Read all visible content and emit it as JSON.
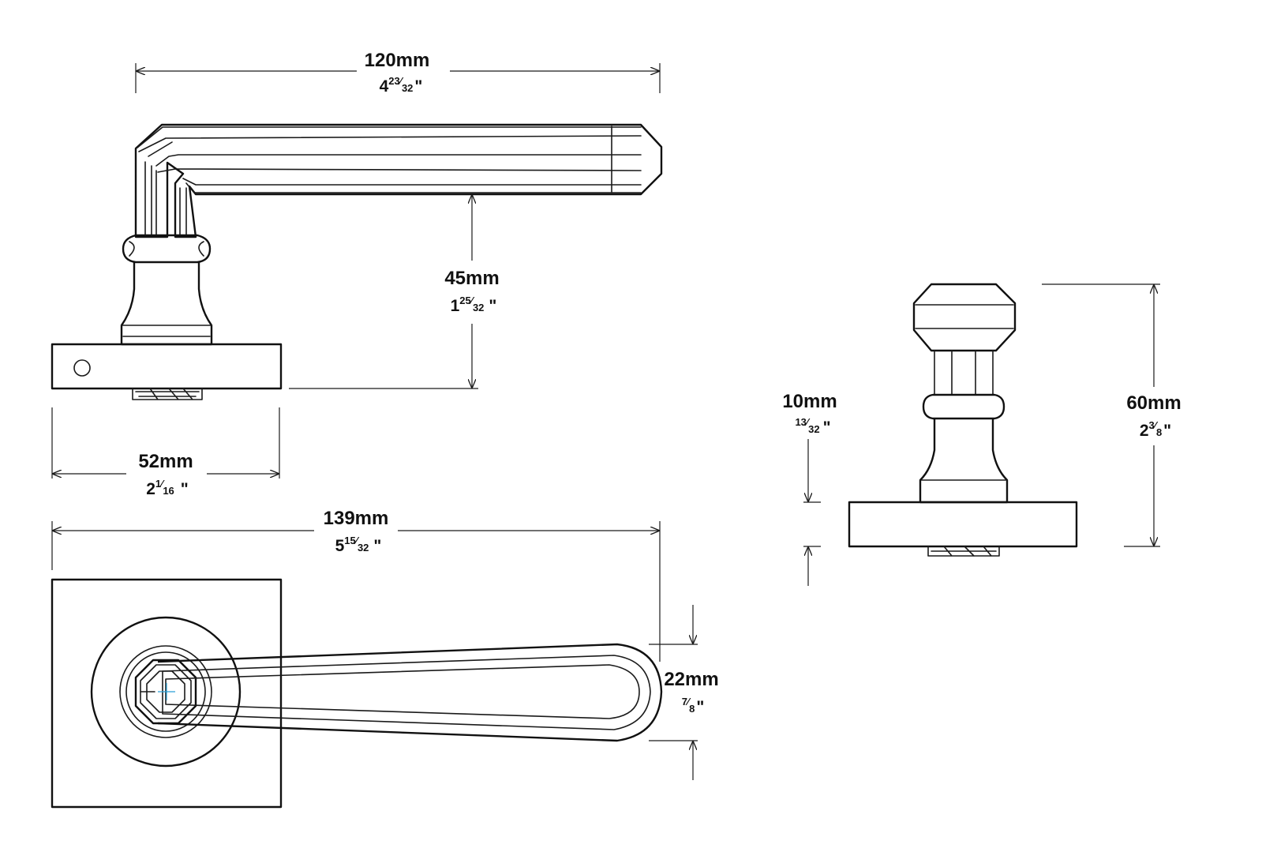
{
  "dimensions": {
    "lever_length": {
      "mm": "120mm",
      "whole": "4",
      "num": "23",
      "den": "32",
      "mark": "\""
    },
    "lever_height": {
      "mm": "45mm",
      "whole": "1",
      "num": "25",
      "den": "32",
      "mark": "\""
    },
    "rose_width": {
      "mm": "52mm",
      "whole": "2",
      "num": "1",
      "den": "16",
      "mark": "\""
    },
    "projection": {
      "mm": "139mm",
      "whole": "5",
      "num": "15",
      "den": "32",
      "mark": "\""
    },
    "grip_width": {
      "mm": "22mm",
      "whole": "",
      "num": "7",
      "den": "8",
      "mark": "\""
    },
    "rose_thickness": {
      "mm": "10mm",
      "whole": "",
      "num": "13",
      "den": "32",
      "mark": "\""
    },
    "overall_height": {
      "mm": "60mm",
      "whole": "2",
      "num": "3",
      "den": "8",
      "mark": "\""
    }
  }
}
